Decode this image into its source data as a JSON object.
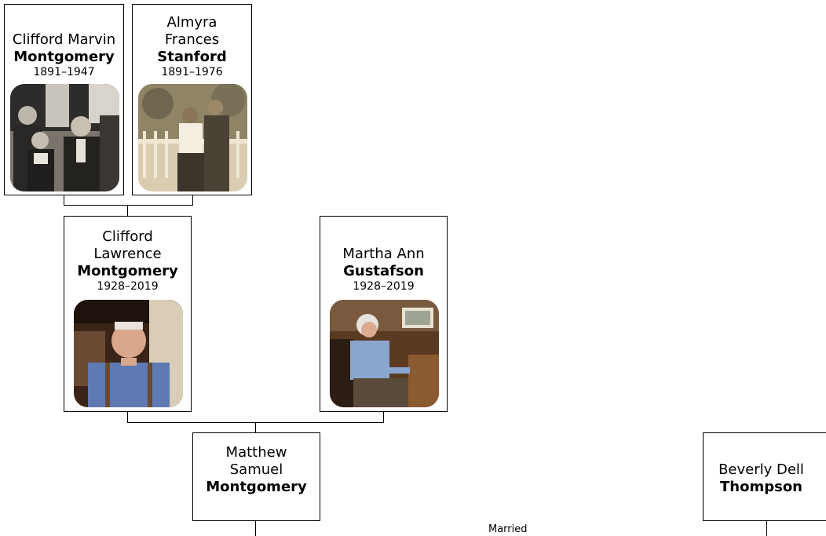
{
  "people": {
    "clifford_marvin": {
      "given": "Clifford Marvin",
      "surname": "Montgomery",
      "dates": "1891–1947",
      "photo_icon": "sepia-group-photo"
    },
    "almyra": {
      "given_line1": "Almyra",
      "given_line2": "Frances",
      "surname": "Stanford",
      "dates": "1891–1976",
      "photo_icon": "sepia-couple-photo"
    },
    "clifford_lawrence": {
      "given_line1": "Clifford",
      "given_line2": "Lawrence",
      "surname": "Montgomery",
      "dates": "1928–2019",
      "photo_icon": "elderly-man-photo"
    },
    "martha": {
      "given": "Martha Ann",
      "surname": "Gustafson",
      "dates": "1928–2019",
      "photo_icon": "elderly-woman-photo"
    },
    "matthew": {
      "given_line1": "Matthew",
      "given_line2": "Samuel",
      "surname": "Montgomery"
    },
    "beverly": {
      "given": "Beverly Dell",
      "surname": "Thompson"
    }
  },
  "relation_label": "Married"
}
